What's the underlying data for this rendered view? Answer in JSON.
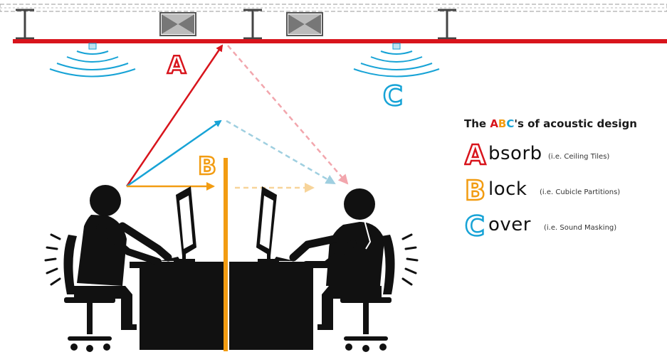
{
  "ceiling_labels": {
    "a": "A",
    "b": "B",
    "c": "C"
  },
  "legend": {
    "title_prefix": "The ",
    "title_a": "A",
    "title_b": "B",
    "title_c": "C",
    "title_suffix": "'s of acoustic design",
    "items": [
      {
        "letter": "A",
        "word": "bsorb",
        "note": "(i.e. Ceiling Tiles)"
      },
      {
        "letter": "B",
        "word": "lock",
        "note": "(i.e. Cubicle Partitions)"
      },
      {
        "letter": "C",
        "word": "over",
        "note": "(i.e. Sound Masking)"
      }
    ]
  },
  "colors": {
    "absorb": "#d8141c",
    "block": "#f29c12",
    "cover": "#17a3d6",
    "figure": "#111111"
  }
}
